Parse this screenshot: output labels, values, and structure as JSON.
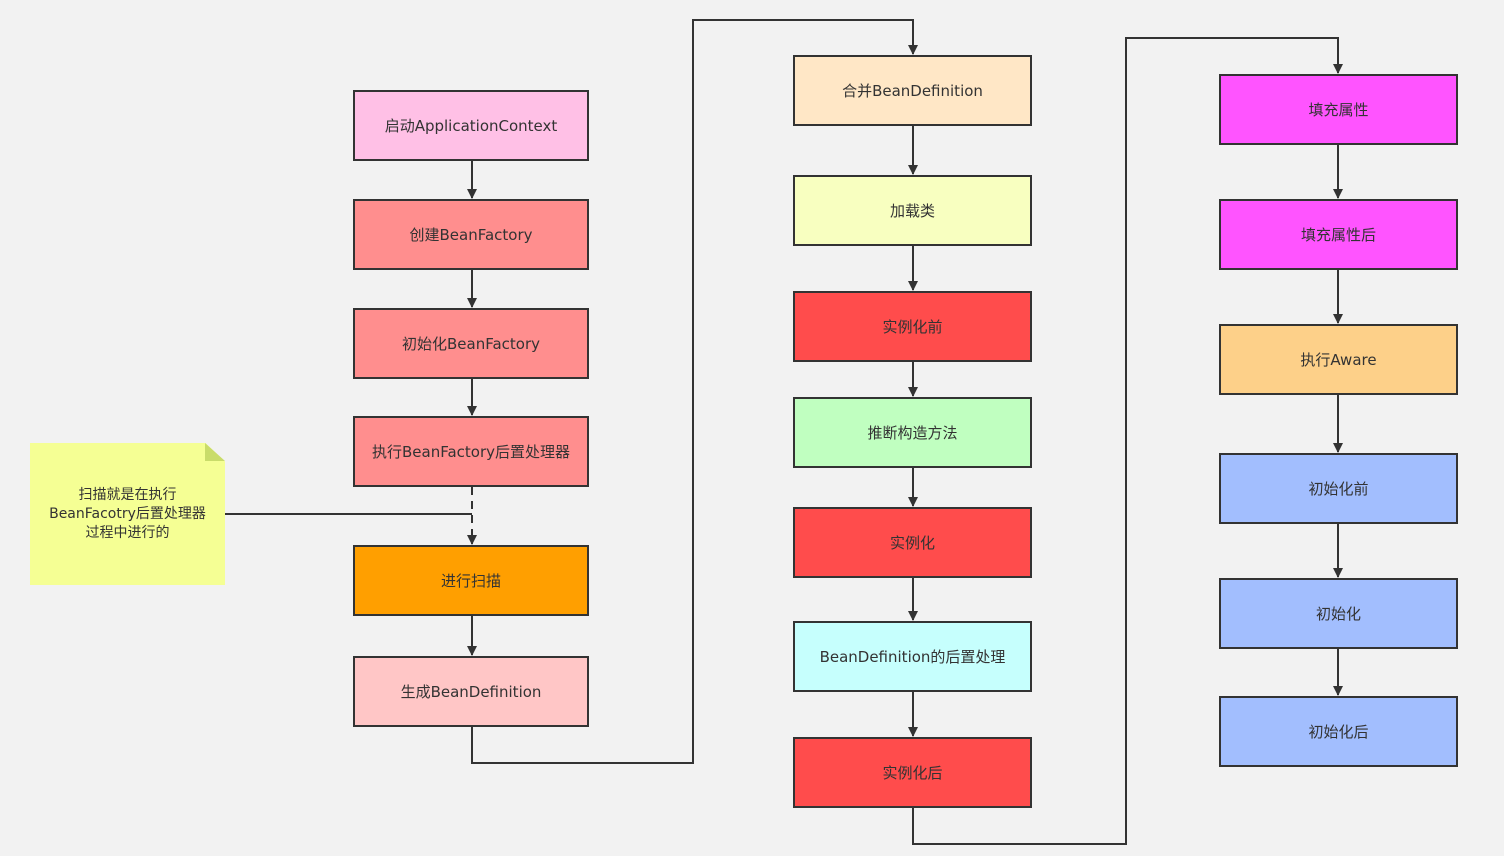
{
  "colors": {
    "pink": "#ffc0e6",
    "salmon": "#ff8e8e",
    "orange": "#ff9f00",
    "light_pink": "#ffc6c6",
    "peach": "#ffe7c6",
    "light_yellow": "#f8ffc0",
    "red": "#ff4c4c",
    "light_green": "#c0ffc0",
    "light_cyan": "#c6fffd",
    "magenta": "#ff54ff",
    "light_orange": "#fdd089",
    "light_blue": "#a2befe",
    "note": "#f5ff94",
    "line": "#333333"
  },
  "nodes": {
    "start_application_context": "启动ApplicationContext",
    "create_bean_factory": "创建BeanFactory",
    "init_bean_factory": "初始化BeanFactory",
    "run_bean_factory_post_processors": "执行BeanFactory后置处理器",
    "scan": "进行扫描",
    "generate_bean_definition": "生成BeanDefinition",
    "merge_bean_definition": "合并BeanDefinition",
    "load_class": "加载类",
    "before_instantiation": "实例化前",
    "infer_constructor": "推断构造方法",
    "instantiation": "实例化",
    "bean_definition_post_process": "BeanDefinition的后置处理",
    "after_instantiation": "实例化后",
    "populate_properties": "填充属性",
    "after_populate_properties": "填充属性后",
    "run_aware": "执行Aware",
    "before_initialization": "初始化前",
    "initialization": "初始化",
    "after_initialization": "初始化后"
  },
  "note": {
    "line1": "扫描就是在执行",
    "line2": "BeanFacotry后置处理器",
    "line3": "过程中进行的"
  }
}
